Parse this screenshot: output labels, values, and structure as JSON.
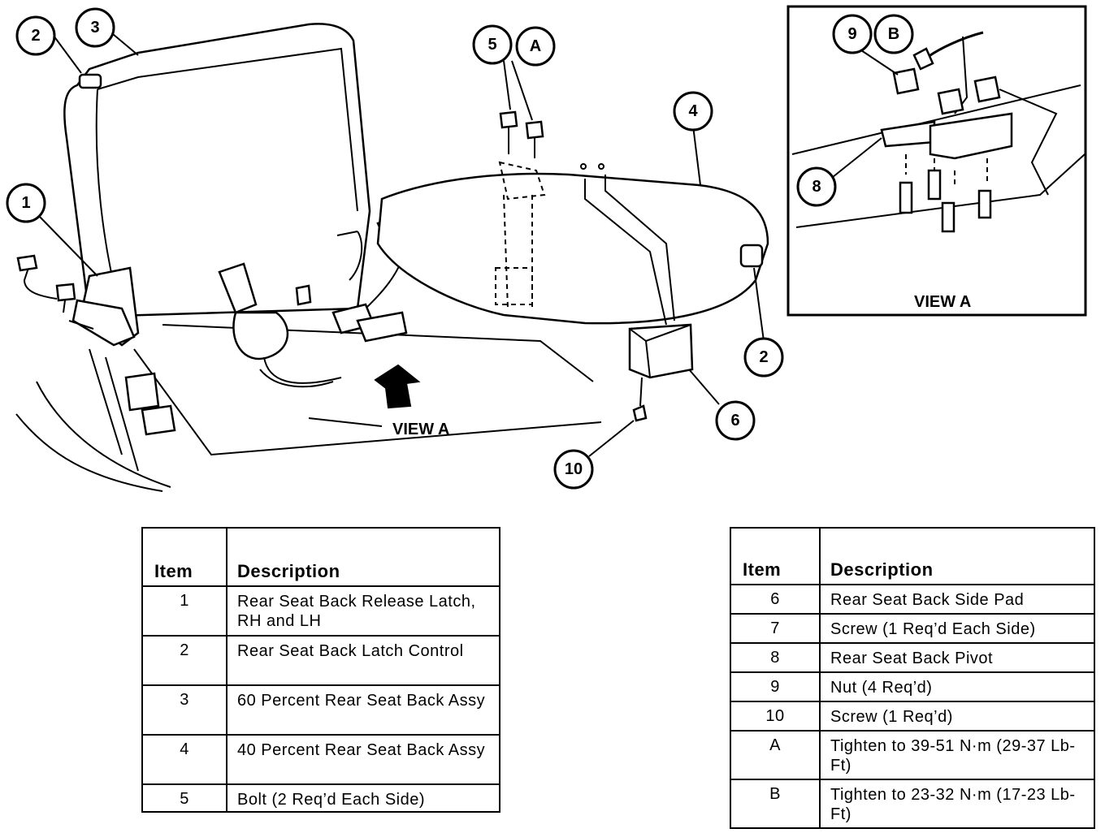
{
  "diagram": {
    "callouts": [
      "1",
      "2",
      "3",
      "4",
      "5",
      "A",
      "2",
      "6",
      "10",
      "9",
      "B",
      "8"
    ],
    "view_label_main": "VIEW A",
    "view_label_inset": "VIEW A"
  },
  "table_left": {
    "header_item": "Item",
    "header_description": "Description",
    "rows": [
      {
        "item": "1",
        "description": "Rear Seat Back Release Latch, RH and LH"
      },
      {
        "item": "2",
        "description": "Rear Seat Back Latch Control"
      },
      {
        "item": "3",
        "description": "60 Percent Rear Seat Back Assy"
      },
      {
        "item": "4",
        "description": "40 Percent Rear Seat Back Assy"
      },
      {
        "item": "5",
        "description": "Bolt (2 Req’d Each Side)"
      }
    ]
  },
  "table_right": {
    "header_item": "Item",
    "header_description": "Description",
    "rows": [
      {
        "item": "6",
        "description": "Rear Seat Back Side Pad"
      },
      {
        "item": "7",
        "description": "Screw (1 Req’d Each Side)"
      },
      {
        "item": "8",
        "description": "Rear Seat Back Pivot"
      },
      {
        "item": "9",
        "description": "Nut (4 Req’d)"
      },
      {
        "item": "10",
        "description": "Screw (1 Req’d)"
      },
      {
        "item": "A",
        "description": "Tighten to 39-51 N·m (29-37 Lb-Ft)"
      },
      {
        "item": "B",
        "description": "Tighten to 23-32 N·m (17-23 Lb-Ft)"
      }
    ]
  }
}
